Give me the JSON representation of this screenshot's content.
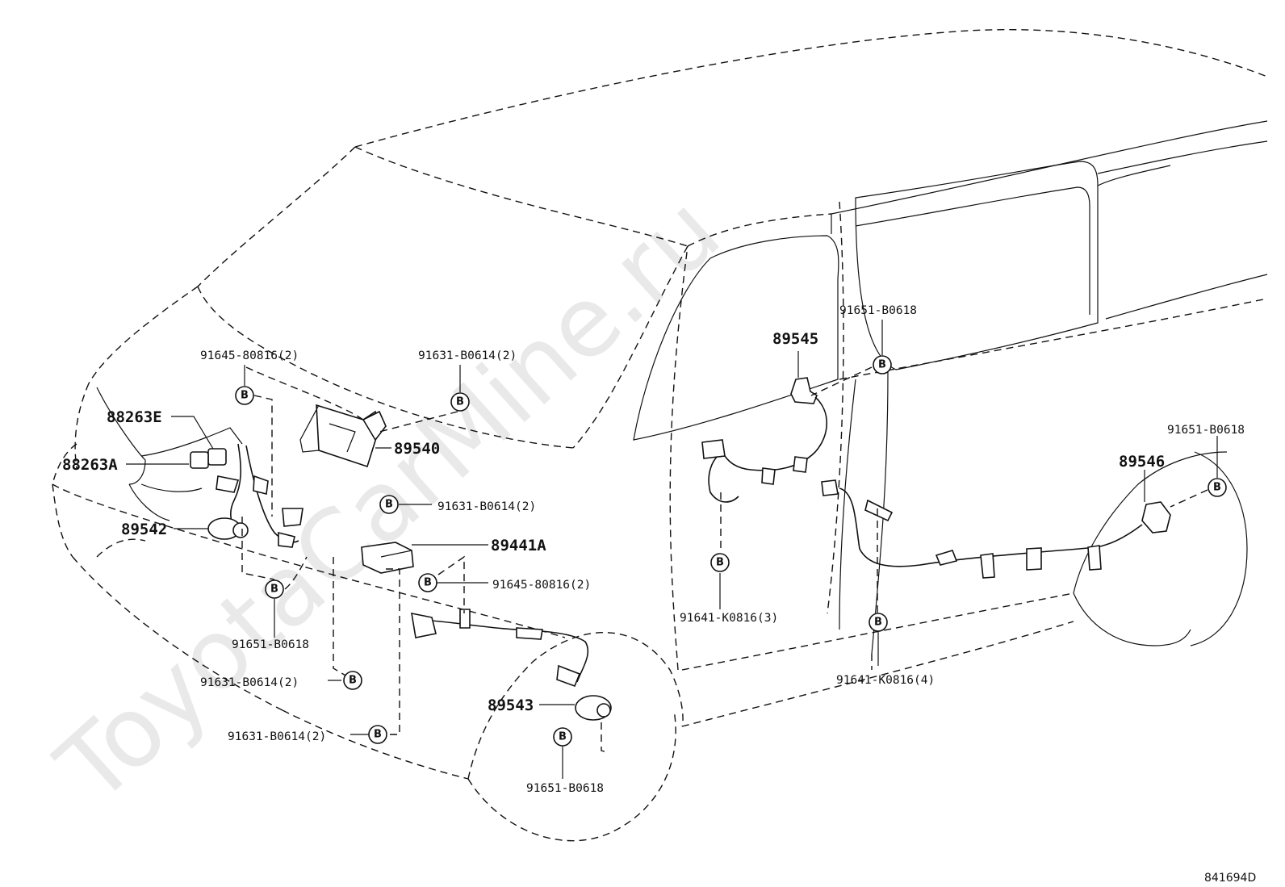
{
  "watermark": "ToyotaCarMine.ru",
  "diagram_code": "841694D",
  "bolt_letter": "B",
  "labels": {
    "p88263e": "88263E",
    "p88263a": "88263A",
    "p89542": "89542",
    "p89540": "89540",
    "p89441a": "89441A",
    "p89543": "89543",
    "p89545": "89545",
    "p89546": "89546",
    "b91645_top": "91645-80816(2)",
    "b91631_top": "91631-B0614(2)",
    "b91631_mid": "91631-B0614(2)",
    "b91645_mid": "91645-80816(2)",
    "b91651_left": "91651-B0618",
    "b91631_low1": "91631-B0614(2)",
    "b91631_low2": "91631-B0614(2)",
    "b91651_front": "91651-B0618",
    "b91651_door": "91651-B0618",
    "b91641_3": "91641-K0816(3)",
    "b91641_4": "91641-K0816(4)",
    "b91651_rear": "91651-B0618"
  }
}
